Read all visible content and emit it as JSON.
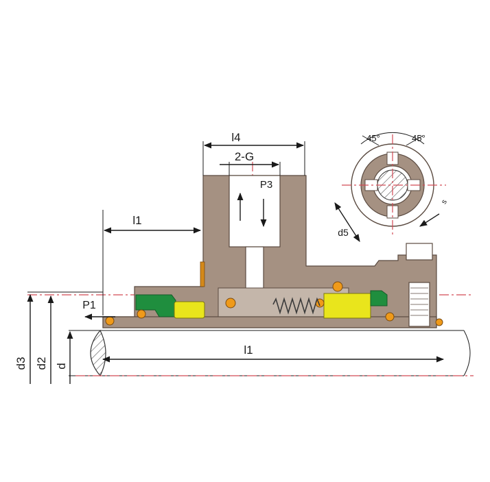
{
  "labels": {
    "l4": "l4",
    "two_g": "2-G",
    "p3": "P3",
    "l1_upper": "l1",
    "l1_lower": "l1",
    "p1": "P1",
    "d3": "d3",
    "d2": "d2",
    "d": "d",
    "d5": "d5",
    "angle_left": "45°",
    "angle_right": "45°",
    "s": "s"
  },
  "colors": {
    "body": "#a59182",
    "oring": "#ef9a1a",
    "seal_green": "#1f8e3e",
    "seal_yellow": "#e9e51c",
    "centerline": "#d24a55"
  }
}
